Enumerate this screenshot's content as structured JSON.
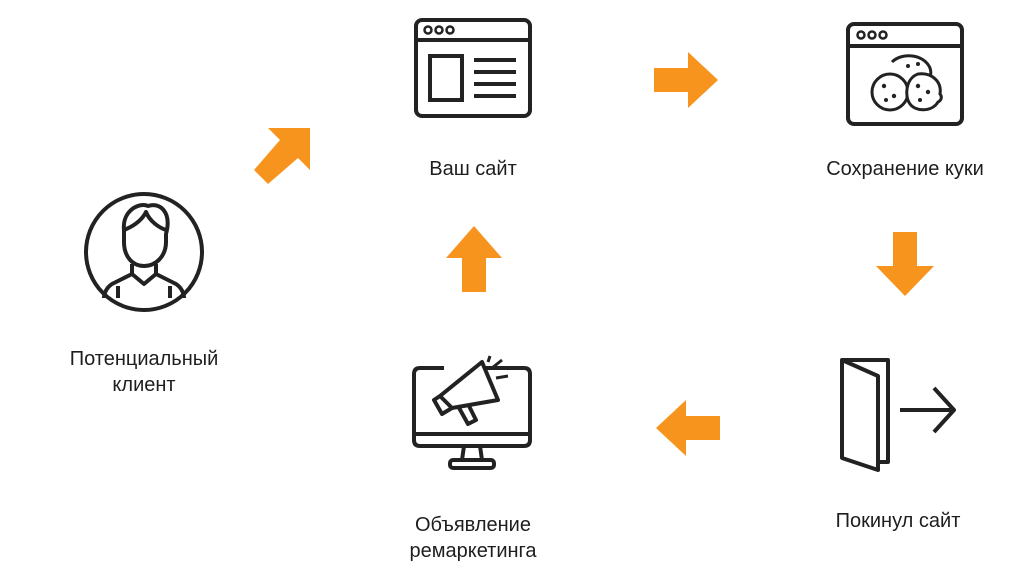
{
  "diagram": {
    "accent_color": "#f7941d",
    "icon_color": "#222222",
    "nodes": {
      "client": {
        "icon": "person-icon",
        "label_line1": "Потенциальный",
        "label_line2": "клиент"
      },
      "site": {
        "icon": "browser-window-icon",
        "label": "Ваш сайт"
      },
      "cookies": {
        "icon": "browser-cookie-icon",
        "label": "Сохранение куки"
      },
      "left_site": {
        "icon": "door-exit-icon",
        "label": "Покинул сайт"
      },
      "remarketing": {
        "icon": "monitor-megaphone-icon",
        "label_line1": "Объявление",
        "label_line2": "ремаркетинга"
      }
    },
    "arrows": [
      {
        "from": "client",
        "to": "site",
        "direction": "up-right"
      },
      {
        "from": "site",
        "to": "cookies",
        "direction": "right"
      },
      {
        "from": "cookies",
        "to": "left_site",
        "direction": "down"
      },
      {
        "from": "left_site",
        "to": "remarketing",
        "direction": "left"
      },
      {
        "from": "remarketing",
        "to": "site",
        "direction": "up"
      }
    ]
  }
}
